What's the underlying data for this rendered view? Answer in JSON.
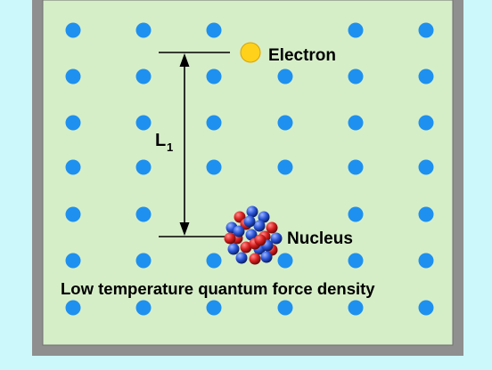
{
  "diagram": {
    "electron_label": "Electron",
    "nucleus_label": "Nucleus",
    "distance_label": "L",
    "distance_subscript": "1",
    "caption": "Low temperature quantum force density"
  },
  "colors": {
    "background": "#ccf7fb",
    "container_wall": "#8f8f8f",
    "container_fill": "#d6eec8",
    "field_dot": "#1e90f0",
    "electron": "#ffd11a",
    "nucleus_red": "#d81f1f",
    "nucleus_blue": "#2a55d8"
  }
}
